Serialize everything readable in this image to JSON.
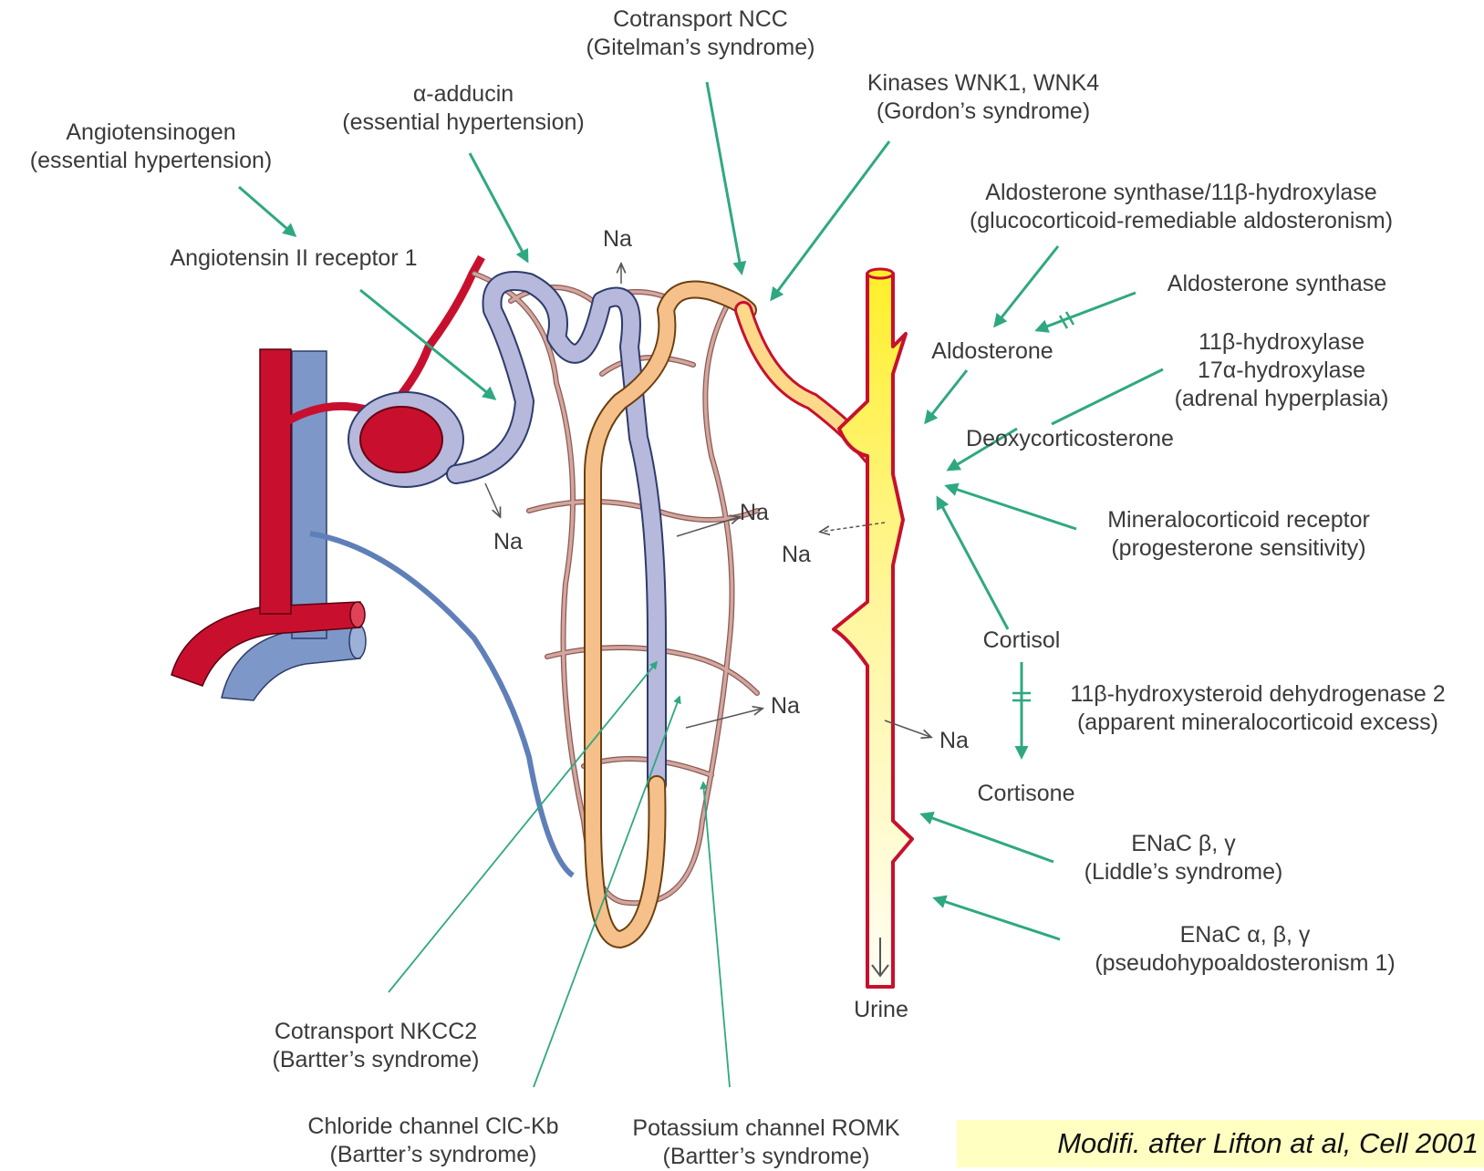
{
  "labels": {
    "cotransport_ncc": [
      "Cotransport NCC",
      "(Gitelman’s syndrome)"
    ],
    "alpha_adducin": [
      "α-adducin",
      "(essential hypertension)"
    ],
    "kinases_wnk": [
      "Kinases WNK1, WNK4",
      "(Gordon’s syndrome)"
    ],
    "angiotensinogen": [
      "Angiotensinogen",
      "(essential hypertension)"
    ],
    "aldo_synthase_11b": [
      "Aldosterone synthase/11β-hydroxylase",
      "(glucocorticoid-remediable aldosteronism)"
    ],
    "angiotensin_receptor": "Angiotensin II receptor 1",
    "aldo_synthase": "Aldosterone synthase",
    "aldosterone": "Aldosterone",
    "hydroxylases": [
      "11β-hydroxylase",
      "17α-hydroxylase",
      "(adrenal hyperplasia)"
    ],
    "deoxycorticosterone": "Deoxycorticosterone",
    "mineralocorticoid": [
      "Mineralocorticoid receptor",
      "(progesterone sensitivity)"
    ],
    "cortisol": "Cortisol",
    "hsd2": [
      "11β-hydroxysteroid dehydrogenase 2",
      "(apparent mineralocorticoid excess)"
    ],
    "cortisone": "Cortisone",
    "enac_bg": [
      "ENaC β, γ",
      "(Liddle’s syndrome)"
    ],
    "enac_abg": [
      "ENaC α, β, γ",
      "(pseudohypoaldosteronism 1)"
    ],
    "urine": "Urine",
    "nkcc2": [
      "Cotransport NKCC2",
      "(Bartter’s syndrome)"
    ],
    "clc_kb": [
      "Chloride channel ClC-Kb",
      "(Bartter’s syndrome)"
    ],
    "romk": [
      "Potassium channel ROMK",
      "(Bartter’s syndrome)"
    ],
    "na": "Na"
  },
  "credit": "Modifi. after Lifton at al, Cell 2001",
  "colors": {
    "arrow": "#2fa882",
    "artery": "#c8102e",
    "vein": "#7d98c8",
    "capillary": "#d3a69e",
    "tubule_blue": "#b6b8dc",
    "tubule_orange": "#f6c08a",
    "collecting_duct": "#fff04a"
  }
}
